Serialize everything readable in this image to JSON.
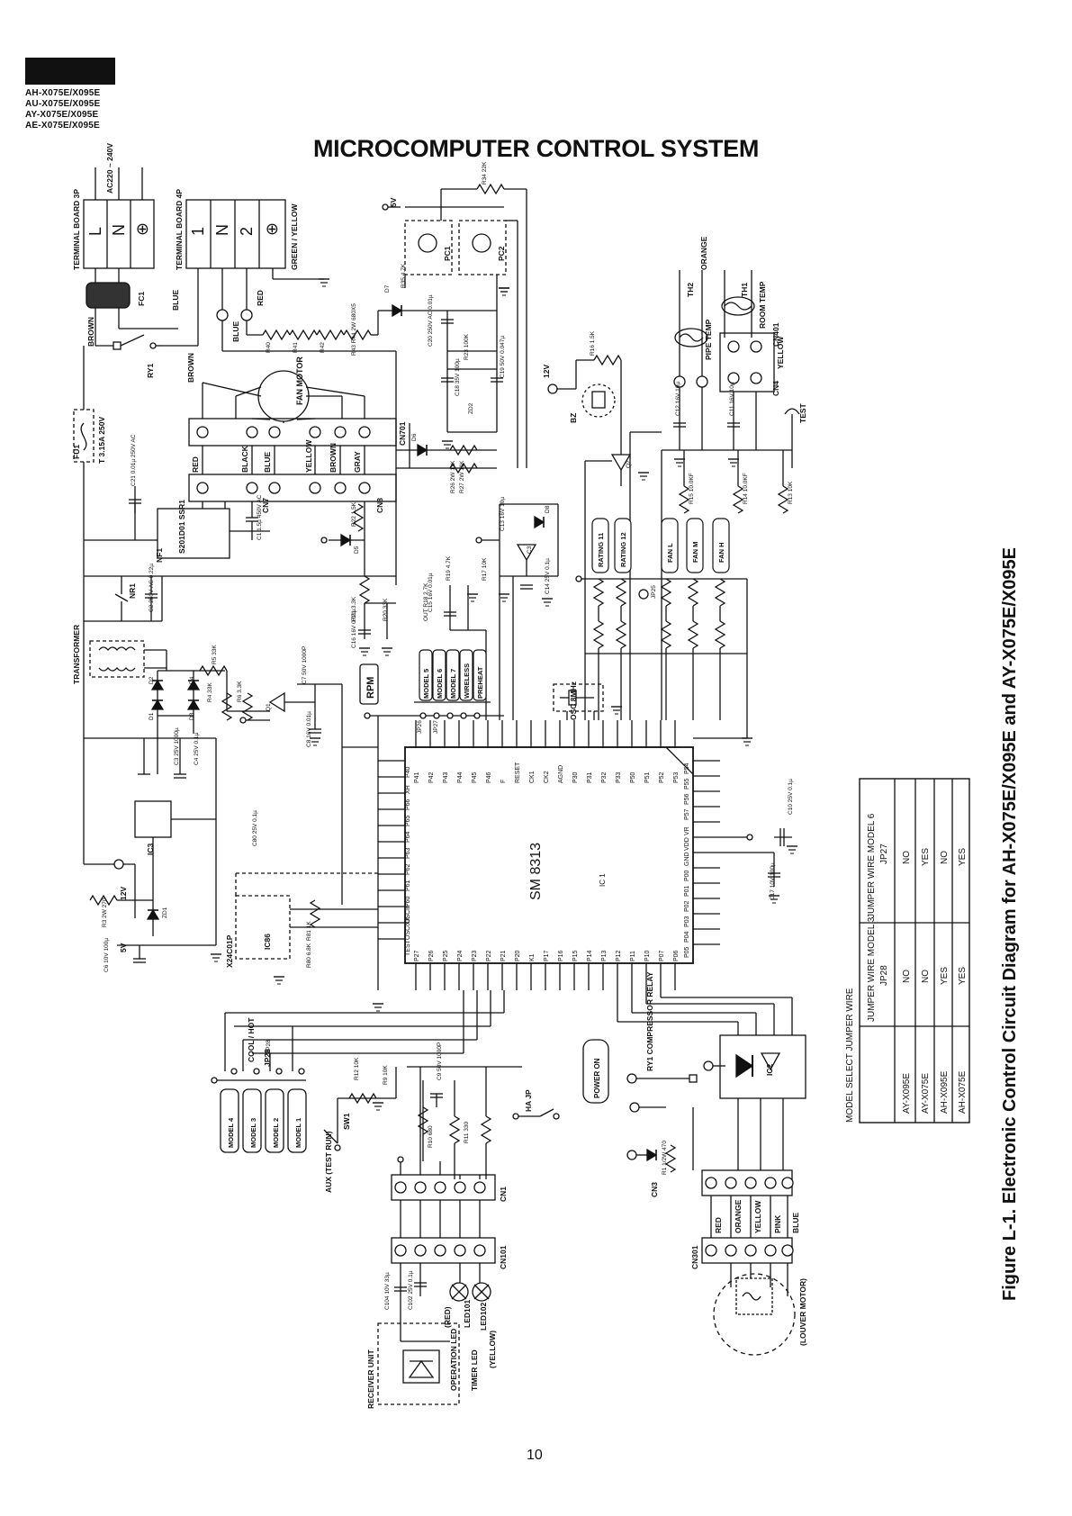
{
  "header": {
    "model_lines": [
      "AH-X075E/X095E",
      "AU-X075E/X095E",
      "AY-X075E/X095E",
      "AE-X075E/X095E"
    ]
  },
  "title": "MICROCOMPUTER CONTROL SYSTEM",
  "figure_caption": "Figure L-1. Electronic Control Circuit Diagram for AH-X075E/X095E and AY-X075E/X095E",
  "page_number": "10",
  "ic1": {
    "name": "SM 8313",
    "ref": "IC 1",
    "pins_left": [
      "P40",
      "XH",
      "P66",
      "P65",
      "P64",
      "P63",
      "P62",
      "P61",
      "P60",
      "OSCin",
      "OSCout",
      "TEST"
    ],
    "pins_right": [
      "P54",
      "P55",
      "P56",
      "P57",
      "VR",
      "VDD",
      "GND",
      "P00",
      "P01",
      "P02",
      "P03",
      "P04",
      "P05"
    ],
    "pins_top": [
      "P41",
      "P42",
      "P43",
      "P44",
      "P45",
      "P46",
      "F",
      "RESET",
      "CK1",
      "CK2",
      "AGND",
      "P30",
      "P31",
      "P32",
      "P33",
      "P50",
      "P51",
      "P52",
      "P53"
    ],
    "pins_bottom": [
      "P27",
      "P26",
      "P25",
      "P24",
      "P23",
      "P22",
      "P21",
      "P20",
      "K1",
      "P17",
      "P16",
      "P15",
      "P14",
      "P13",
      "P12",
      "P11",
      "P10",
      "P07",
      "P06"
    ]
  },
  "terminal_boards": {
    "board_3p_label": "TERMINAL BOARD 3P",
    "board_3p": [
      "L",
      "N",
      "⊕"
    ],
    "board_4p_label": "TERMINAL BOARD 4P",
    "board_4p": [
      "1",
      "N",
      "2",
      "⊕"
    ],
    "supply": "AC220 ~ 240V",
    "ground_wire": "GREEN / YELLOW"
  },
  "wires": {
    "brown": "BROWN",
    "blue": "BLUE",
    "red": "RED",
    "black": "BLACK",
    "yellow": "YELLOW",
    "gray": "GRAY",
    "orange": "ORANGE",
    "pink": "PINK"
  },
  "components": {
    "fan_motor": "FAN MOTOR",
    "transformer": "TRANSFORMER",
    "fuse": "FU1",
    "fuse_rating": "T 3.15A 250V",
    "ssr": "S201D01 SSR1",
    "pc1": "PC1",
    "pc2": "PC2",
    "fc1": "FC1",
    "ry1": "RY1",
    "nr1": "NR1",
    "nf1": "NF1",
    "ic2": "IC2",
    "ic3": "IC3",
    "ic86": "IC86",
    "ic86_part": "X24C01P",
    "osc": "OSC 8MHz",
    "bz": "BZ",
    "th1": "TH1",
    "room_temp": "ROOM TEMP",
    "th2": "TH2",
    "pipe_temp": "PIPE TEMP",
    "rpm": "RPM",
    "power_on": "POWER ON",
    "test": "TEST",
    "aux": "AUX (TEST RUN)",
    "sw1": "SW1",
    "louver_motor": "(LOUVER MOTOR)",
    "compressor_relay": "RY1 COMPRESSOR RELAY",
    "receiver_unit": "RECEIVER UNIT",
    "operation_led": "OPERATION LED",
    "timer_led": "TIMER LED",
    "led101": "LED101",
    "led102": "LED102",
    "led101_color": "(RED)",
    "led102_color": "(YELLOW)",
    "ha_jp": "HA JP",
    "cool_hot": "COOL / HOT",
    "jp28": "JP28",
    "v5": "5V",
    "v12": "12V"
  },
  "connectors": {
    "cn1": "CN1",
    "cn101": "CN101",
    "cn3": "CN3",
    "cn301": "CN301",
    "cn4": "CN4",
    "cn401": "CN401",
    "cn7": "CN7",
    "cn8": "CN8",
    "cn701": "CN701"
  },
  "model_switches_upper": [
    "MODEL 5",
    "MODEL 6",
    "MODEL 7",
    "WIRELESS",
    "PREHEAT"
  ],
  "model_switches_lower": [
    "MODEL 4",
    "MODEL 3",
    "MODEL 2",
    "MODEL 1"
  ],
  "rating_labels": [
    "RATING 11",
    "RATING 12",
    "FAN L",
    "FAN M",
    "FAN H"
  ],
  "resistors": [
    "R40",
    "R41",
    "R42",
    "R43 R44 2W 680X5",
    "R23 100K",
    "R34 22K",
    "R35 4.7K",
    "R16 1.5K",
    "R15 10.0KF",
    "R14 10.0KF",
    "R13 10K",
    "R22 1.5K",
    "R26 2W 11K",
    "R27 2W 11K",
    "R19 4.7K",
    "R17 10K",
    "R21 3.3K",
    "R20 33K",
    "R5 33K",
    "R6 3.3K",
    "R4 33K",
    "R3 2W 270",
    "R81 1K",
    "R80 6.8K",
    "R12 10K",
    "R9 10K",
    "R10 680",
    "R11 330",
    "R1 1/2W 470",
    "OUT R18 2.7K"
  ],
  "capacitors": [
    "C20 250V AC 0.01µ",
    "C19 50V 0.047µ",
    "C18 35V 100µ",
    "C12 16V 10µ",
    "C11 16V 10µ",
    "C21 0.01µ 250V AC",
    "C1 1.5µ 450V AC",
    "C13 16V 10µ",
    "C14 25V 0.1µ",
    "C15 16V 0.01µ",
    "C16 16V 0.01µ",
    "C2 250V AC 0.22µ",
    "C7 50V 1000P",
    "C8 16V 0.01µ",
    "C3 25V 1000µ",
    "C4 25V 0.1µ",
    "C80 25V 0.1µ",
    "C6 10V 100µ",
    "C9 50V 1000P",
    "C10 25V 0.1µ",
    "C17 10V 100µ",
    "C104 10V 33µ",
    "C102 25V 0.1µ"
  ],
  "diodes": [
    "D7",
    "D6",
    "D5",
    "D8",
    "D1",
    "D2",
    "D3",
    "D4",
    "ZD1",
    "ZD2",
    "Q1",
    "Q2",
    "C3"
  ],
  "jumpers": [
    "JP25",
    "JP26",
    "JP27",
    "JP28"
  ],
  "jumper_table": {
    "title": "MODEL SELECT JUMPER WIRE",
    "headers": [
      "",
      "JUMPER WIRE MODEL 3\nJP28",
      "JUMPER WIRE MODEL 6\nJP27"
    ],
    "header_main": [
      "JUMPER WIRE MODEL 3",
      "JUMPER WIRE MODEL 6"
    ],
    "header_sub": [
      "JP28",
      "JP27"
    ],
    "rows": [
      {
        "model": "AY-X095E",
        "jp28": "NO",
        "jp27": "NO"
      },
      {
        "model": "AY-X075E",
        "jp28": "NO",
        "jp27": "YES"
      },
      {
        "model": "AH-X095E",
        "jp28": "YES",
        "jp27": "NO"
      },
      {
        "model": "AH-X075E",
        "jp28": "YES",
        "jp27": "YES"
      }
    ]
  }
}
